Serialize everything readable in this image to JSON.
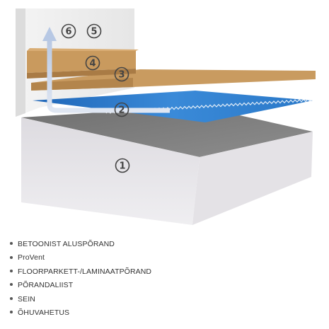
{
  "markers": [
    {
      "id": "marker-1",
      "label": "1"
    },
    {
      "id": "marker-2",
      "label": "2"
    },
    {
      "id": "marker-3",
      "label": "3"
    },
    {
      "id": "marker-4",
      "label": "4"
    },
    {
      "id": "marker-5",
      "label": "5"
    },
    {
      "id": "marker-6",
      "label": "6"
    }
  ],
  "legend": [
    "BETOONIST ALUSPÕRAND",
    "ProVent",
    "FLOORPARKETT-/LAMINAATPÕRAND",
    "PÕRANDALIIST",
    "SEIN",
    "ÕHUVAHETUS"
  ],
  "colors": {
    "wall": "#eeeeee",
    "concrete_top": "#7d7d7d",
    "concrete_side": "#d8d6da",
    "provent": "#2e7fd0",
    "wood": "#c89a5e",
    "airflow_arrow": "#c9d6ec",
    "marker": "#444444"
  }
}
